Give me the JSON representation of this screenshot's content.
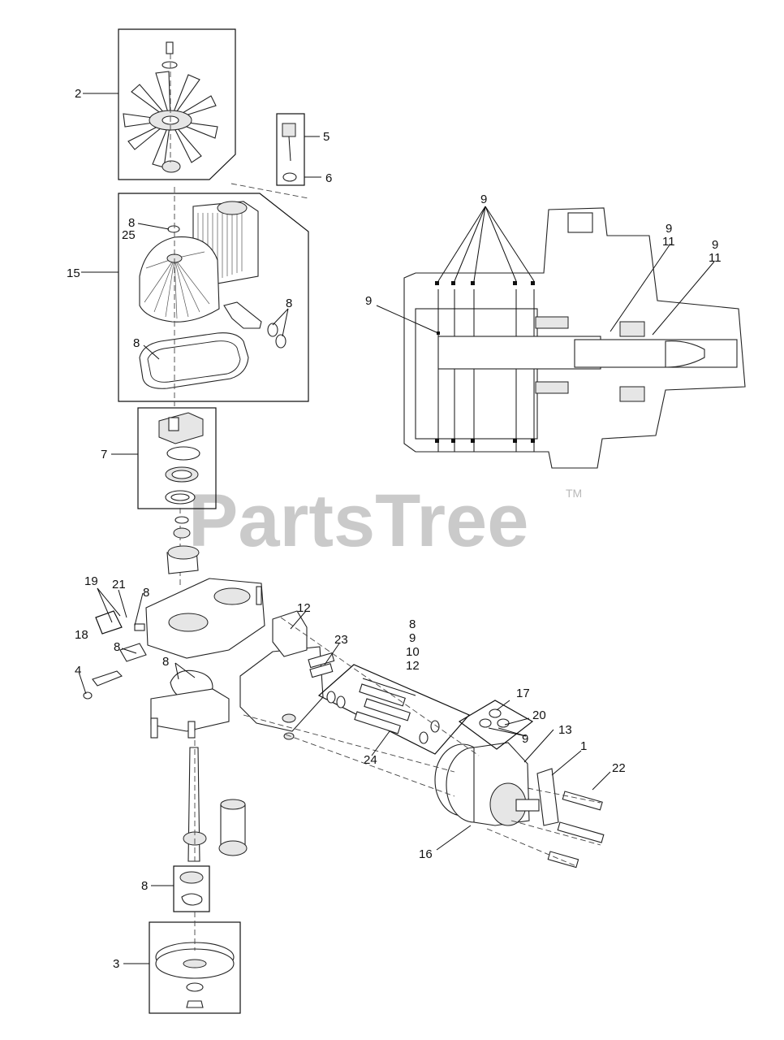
{
  "watermark": {
    "text": "PartsTree",
    "trademark": "TM"
  },
  "callouts": {
    "c_2": "2",
    "c_5": "5",
    "c_6": "6",
    "c_8_25a": "8",
    "c_8_25b": "25",
    "c_15": "15",
    "c_8_pin": "8",
    "c_8_gasket": "8",
    "c_7": "7",
    "c_19": "19",
    "c_21": "21",
    "c_8_valve": "8",
    "c_18": "18",
    "c_8_plug": "8",
    "c_8_seal": "8",
    "c_4": "4",
    "c_12": "12",
    "c_23": "23",
    "c_kit_8": "8",
    "c_kit_9": "9",
    "c_kit_10": "10",
    "c_kit_12": "12",
    "c_24": "24",
    "c_17": "17",
    "c_20": "20",
    "c_9_valve": "9",
    "c_13": "13",
    "c_1": "1",
    "c_22": "22",
    "c_16": "16",
    "c_8_bearing": "8",
    "c_3": "3",
    "c_9_top": "9",
    "c_9_left": "9",
    "c_9_r1": "9",
    "c_11_r1": "11",
    "c_9_r2": "9",
    "c_11_r2": "11"
  }
}
